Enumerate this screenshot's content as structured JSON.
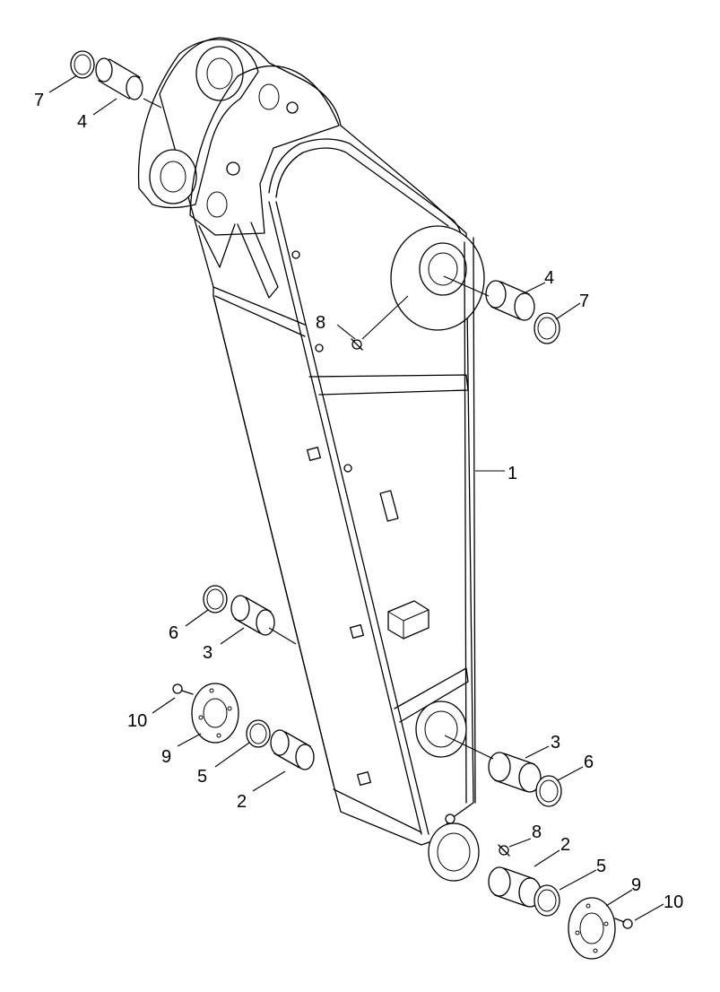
{
  "diagram": {
    "type": "exploded-parts-view",
    "callouts": [
      {
        "id": "c7a",
        "label": "7"
      },
      {
        "id": "c4a",
        "label": "4"
      },
      {
        "id": "c4b",
        "label": "4"
      },
      {
        "id": "c7b",
        "label": "7"
      },
      {
        "id": "c8a",
        "label": "8"
      },
      {
        "id": "c1",
        "label": "1"
      },
      {
        "id": "c6a",
        "label": "6"
      },
      {
        "id": "c3a",
        "label": "3"
      },
      {
        "id": "c10a",
        "label": "10"
      },
      {
        "id": "c9a",
        "label": "9"
      },
      {
        "id": "c5a",
        "label": "5"
      },
      {
        "id": "c2a",
        "label": "2"
      },
      {
        "id": "c3b",
        "label": "3"
      },
      {
        "id": "c6b",
        "label": "6"
      },
      {
        "id": "c8b",
        "label": "8"
      },
      {
        "id": "c2b",
        "label": "2"
      },
      {
        "id": "c5b",
        "label": "5"
      },
      {
        "id": "c9b",
        "label": "9"
      },
      {
        "id": "c10b",
        "label": "10"
      }
    ]
  }
}
